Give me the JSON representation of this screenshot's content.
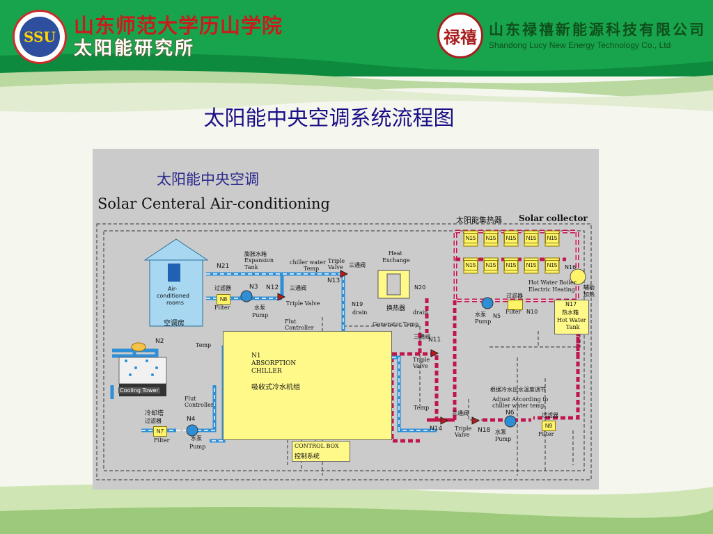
{
  "header": {
    "school_name": "山东师范大学历山学院",
    "institute": "太阳能研究所",
    "school_logo_text": "SSU",
    "company_logo_text": "禄禧",
    "company_cn": "山东禄禧新能源科技有限公司",
    "company_en": "Shandong Lucy New Energy Technology Co., Ltd"
  },
  "page_title": "太阳能中央空调系统流程图",
  "diagram": {
    "title_cn": "太阳能中央空调",
    "title_en": "Solar Centeral Air-conditioning",
    "solar_collector": "太阳能集热器",
    "solar_collector_en": "Solar collector",
    "n15": "N15",
    "n16": "N16",
    "hot_water_boiler": "Hot Water Boiler",
    "electric_heating": "Electric Heating",
    "aux_heating": "辅助",
    "aux_heating2": "加热",
    "n17": "N17",
    "hot_water_tank_cn": "热水箱",
    "hot_water_tank_en1": "Hot Water",
    "hot_water_tank_en2": "Tank",
    "filter_cn": "过滤器",
    "filter_en": "Filter",
    "pump_cn": "水泵",
    "pump_en": "Pump",
    "n5": "N5",
    "n10": "N10",
    "air_rooms1": "Air-",
    "air_rooms2": "conditioned",
    "air_rooms3": "rooms",
    "air_rooms_cn": "空调房",
    "expansion_cn": "膨胀水箱",
    "expansion_en1": "Expansion",
    "expansion_en2": "Tank",
    "n21": "N21",
    "chiller_water_temp1": "chiller water",
    "chiller_water_temp2": "Temp",
    "triple_valve1": "Triple",
    "triple_valve2": "Valve",
    "three_way": "三通阀",
    "n13": "N13",
    "heat_exchange1": "Heat",
    "heat_exchange2": "Exchange",
    "heat_exchanger_cn": "换热器",
    "n20": "N20",
    "n19": "N19",
    "drain": "drain",
    "n8": "N8",
    "n3": "N3",
    "n12": "N12",
    "triple_valve_full": "Triple Valve",
    "flut": "Flut",
    "controller": "Controller",
    "generator_temp": "Generator Temp",
    "n11": "N11",
    "n2": "N2",
    "temp": "Temp",
    "n1": "N1",
    "absorption": "ABSORPTION",
    "chiller": "CHILLER",
    "chiller_cn": "吸收式冷水机组",
    "cooling_tower_en": "Cooling Tower",
    "cooling_tower_cn": "冷却塔",
    "n4": "N4",
    "n7": "N7",
    "control_box_en": "CONTROL BOX",
    "control_box_cn": "控制系统",
    "n14": "N14",
    "n18": "N18",
    "n6": "N6",
    "n9": "N9",
    "adjust_cn": "根据冷水出水温度调节",
    "adjust_en1": "Adjust According to",
    "adjust_en2": "chiller water temp",
    "colors": {
      "cold_pipe": "#2e8fd6",
      "hot_pipe": "#c0154d",
      "box": "#fff98a",
      "bg": "#cbcbcb"
    }
  }
}
